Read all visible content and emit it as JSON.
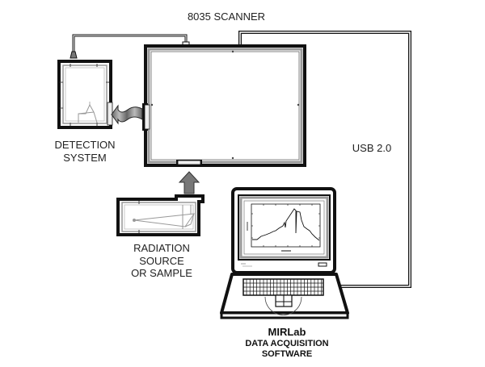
{
  "labels": {
    "scanner": "8035 SCANNER",
    "detection": [
      "DETECTION",
      "SYSTEM"
    ],
    "usb": "USB 2.0",
    "radiation": [
      "RADIATION",
      "SOURCE",
      "OR SAMPLE"
    ],
    "software": [
      "MIRLab",
      "DATA ACQUISITION",
      "SOFTWARE"
    ]
  },
  "colors": {
    "outline": "#111111",
    "frame_gray": "#9a9a9a",
    "arrow_gray": "#7a7a7a",
    "background": "#ffffff"
  },
  "nodes": [
    {
      "id": "scanner",
      "label": "8035 SCANNER"
    },
    {
      "id": "detection-system",
      "label": "DETECTION SYSTEM"
    },
    {
      "id": "radiation-source",
      "label": "RADIATION SOURCE OR SAMPLE"
    },
    {
      "id": "laptop",
      "label": "MIRLab DATA ACQUISITION SOFTWARE"
    }
  ],
  "edges": [
    {
      "from": "scanner",
      "to": "detection-system",
      "type": "cable"
    },
    {
      "from": "scanner",
      "to": "detection-system",
      "type": "beam-arrow"
    },
    {
      "from": "radiation-source",
      "to": "scanner",
      "type": "beam-arrow"
    },
    {
      "from": "scanner",
      "to": "laptop",
      "type": "cable",
      "label": "USB 2.0"
    }
  ]
}
